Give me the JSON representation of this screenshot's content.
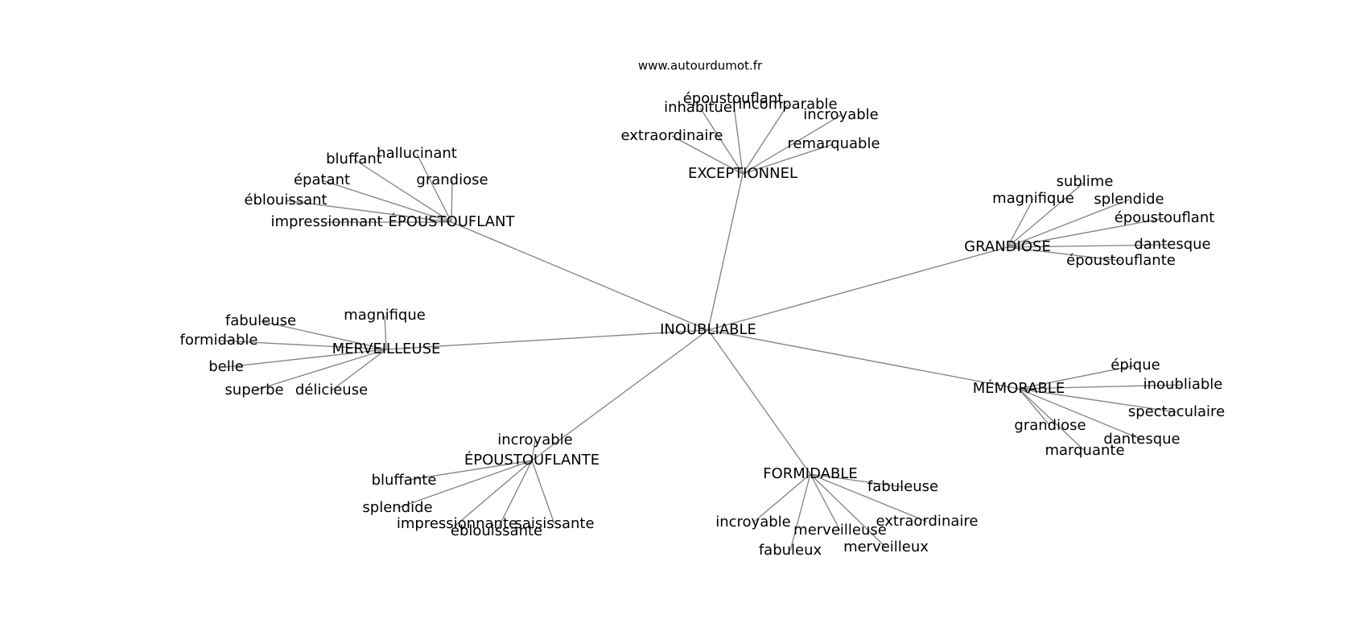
{
  "watermark": "www.autourdumot.fr",
  "center": "INOUBLIABLE",
  "clusters": [
    {
      "hub": "EXCEPTIONNEL",
      "leaves": [
        "inhabituel",
        "époustouflant",
        "incomparable",
        "incroyable",
        "extraordinaire",
        "remarquable"
      ]
    },
    {
      "hub": "ÉPOUSTOUFLANT",
      "leaves": [
        "bluffant",
        "hallucinant",
        "épatant",
        "grandiose",
        "éblouissant",
        "impressionnant"
      ]
    },
    {
      "hub": "GRANDIOSE",
      "leaves": [
        "sublime",
        "magnifique",
        "splendide",
        "époustouflant",
        "dantesque",
        "époustouflante"
      ]
    },
    {
      "hub": "MERVEILLEUSE",
      "leaves": [
        "fabuleuse",
        "magnifique",
        "formidable",
        "belle",
        "superbe",
        "délicieuse"
      ]
    },
    {
      "hub": "MÉMORABLE",
      "leaves": [
        "épique",
        "inoubliable",
        "spectaculaire",
        "grandiose",
        "dantesque",
        "marquante"
      ]
    },
    {
      "hub": "ÉPOUSTOUFLANTE",
      "leaves": [
        "incroyable",
        "bluffante",
        "splendide",
        "impressionnante",
        "éblouissante",
        "saisissante"
      ]
    },
    {
      "hub": "FORMIDABLE",
      "leaves": [
        "fabuleuse",
        "incroyable",
        "merveilleuse",
        "extraordinaire",
        "fabuleux",
        "merveilleux"
      ]
    }
  ]
}
